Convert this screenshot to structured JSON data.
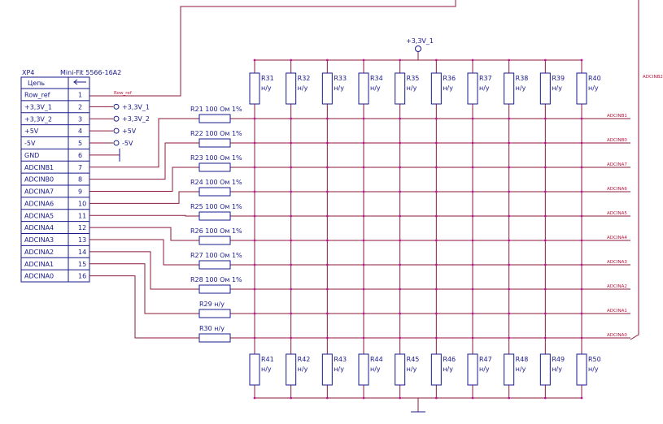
{
  "connector": {
    "ref": "XP4",
    "part": "Mini-Fit 5566-16A2",
    "header_name": "Цепь",
    "pins": [
      {
        "name": "Row_ref",
        "num": "1"
      },
      {
        "name": "+3,3V_1",
        "num": "2"
      },
      {
        "name": "+3,3V_2",
        "num": "3"
      },
      {
        "name": "+5V",
        "num": "4"
      },
      {
        "name": "-5V",
        "num": "5"
      },
      {
        "name": "GND",
        "num": "6"
      },
      {
        "name": "ADCINB1",
        "num": "7"
      },
      {
        "name": "ADCINB0",
        "num": "8"
      },
      {
        "name": "ADCINA7",
        "num": "9"
      },
      {
        "name": "ADCINA6",
        "num": "10"
      },
      {
        "name": "ADCINA5",
        "num": "11"
      },
      {
        "name": "ADCINA4",
        "num": "12"
      },
      {
        "name": "ADCINA3",
        "num": "13"
      },
      {
        "name": "ADCINA2",
        "num": "14"
      },
      {
        "name": "ADCINA1",
        "num": "15"
      },
      {
        "name": "ADCINA0",
        "num": "16"
      }
    ]
  },
  "row_ref_tag": "Row_ref",
  "power_labels": [
    "+3,3V_1",
    "+3,3V_2",
    "+5V",
    "-5V"
  ],
  "top_power": "+3,3V_1",
  "right_bus_tag": "ADCINB2",
  "series_resistors": [
    {
      "ref": "R21",
      "value": "100 Ом 1%"
    },
    {
      "ref": "R22",
      "value": "100 Ом 1%"
    },
    {
      "ref": "R23",
      "value": "100 Ом 1%"
    },
    {
      "ref": "R24",
      "value": "100 Ом 1%"
    },
    {
      "ref": "R25",
      "value": "100 Ом 1%"
    },
    {
      "ref": "R26",
      "value": "100 Ом 1%"
    },
    {
      "ref": "R27",
      "value": "100 Ом 1%"
    },
    {
      "ref": "R28",
      "value": "100 Ом 1%"
    },
    {
      "ref": "R29",
      "value": "н/у"
    },
    {
      "ref": "R30",
      "value": "н/у"
    }
  ],
  "top_resistors": [
    {
      "ref": "R31",
      "value": "н/у"
    },
    {
      "ref": "R32",
      "value": "н/у"
    },
    {
      "ref": "R33",
      "value": "н/у"
    },
    {
      "ref": "R34",
      "value": "н/у"
    },
    {
      "ref": "R35",
      "value": "н/у"
    },
    {
      "ref": "R36",
      "value": "н/у"
    },
    {
      "ref": "R37",
      "value": "н/у"
    },
    {
      "ref": "R38",
      "value": "н/у"
    },
    {
      "ref": "R39",
      "value": "н/у"
    },
    {
      "ref": "R40",
      "value": "н/у"
    }
  ],
  "bottom_resistors": [
    {
      "ref": "R41",
      "value": "н/у"
    },
    {
      "ref": "R42",
      "value": "н/у"
    },
    {
      "ref": "R43",
      "value": "н/у"
    },
    {
      "ref": "R44",
      "value": "н/у"
    },
    {
      "ref": "R45",
      "value": "н/у"
    },
    {
      "ref": "R46",
      "value": "н/у"
    },
    {
      "ref": "R47",
      "value": "н/у"
    },
    {
      "ref": "R48",
      "value": "н/у"
    },
    {
      "ref": "R49",
      "value": "н/у"
    },
    {
      "ref": "R50",
      "value": "н/у"
    }
  ],
  "row_tags": [
    "ADCINB1",
    "ADCINB0",
    "ADCINA7",
    "ADCINA6",
    "ADCINA5",
    "ADCINA4",
    "ADCINA3",
    "ADCINA2",
    "ADCINA1",
    "ADCINA0"
  ]
}
